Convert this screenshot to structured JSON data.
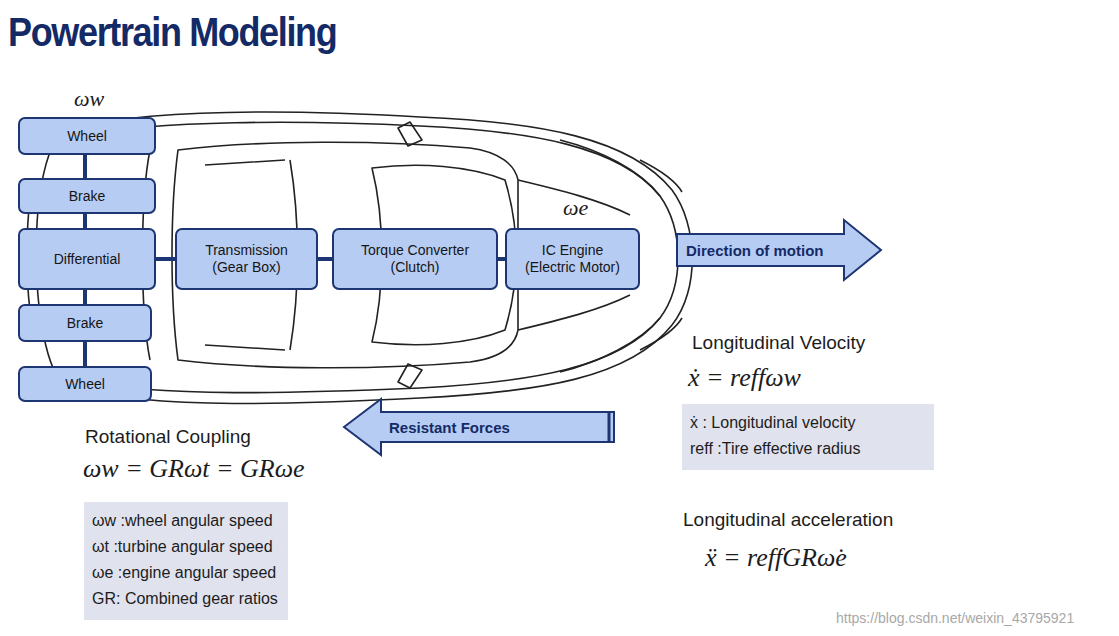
{
  "diagram": {
    "title": "Powertrain Modeling",
    "nodes": [
      {
        "text": [
          "Wheel"
        ]
      },
      {
        "text": [
          "Brake"
        ]
      },
      {
        "text": [
          "Differential"
        ]
      },
      {
        "text": [
          "Brake"
        ]
      },
      {
        "text": [
          "Wheel"
        ]
      },
      {
        "text": [
          "Transmission",
          "(Gear Box)"
        ]
      },
      {
        "text": [
          "Torque Converter",
          "(Clutch)"
        ]
      },
      {
        "text": [
          "IC Engine",
          "(Electric Motor)"
        ]
      },
      {
        "text": [
          "Direction of motion"
        ]
      },
      {
        "text": [
          "Resistant Forces"
        ]
      },
      {
        "text": [
          "ωw :wheel angular speed",
          "ωt :turbine angular speed",
          "ωe :engine angular speed",
          "GR: Combined gear ratios"
        ]
      },
      {
        "text": [
          "ẋ : Longitudinal velocity",
          "reff :Tire effective radius"
        ]
      }
    ],
    "edges": [
      {
        "from": 0,
        "to": 1,
        "arrow": "none"
      },
      {
        "from": 1,
        "to": 2,
        "arrow": "none"
      },
      {
        "from": 2,
        "to": 3,
        "arrow": "none"
      },
      {
        "from": 3,
        "to": 4,
        "arrow": "none"
      },
      {
        "from": 2,
        "to": 5,
        "arrow": "none"
      },
      {
        "from": 5,
        "to": 6,
        "arrow": "none"
      },
      {
        "from": 6,
        "to": 7,
        "arrow": "none"
      }
    ],
    "labels": [
      "ωw",
      "ωe",
      "Rotational Coupling",
      "ωw = GRωt = GRωe",
      "Longitudinal Velocity",
      "ẋ = reffωw",
      "Longitudinal acceleration",
      "ẍ = reffGRω̇e",
      "https://blog.csdn.net/weixin_43795921"
    ]
  }
}
